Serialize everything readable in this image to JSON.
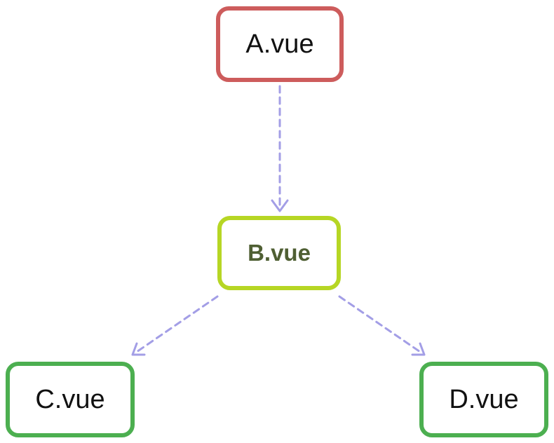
{
  "nodes": {
    "a": {
      "label": "A.vue",
      "border_color": "#cd5c5c",
      "text_color": "#111111"
    },
    "b": {
      "label": "B.vue",
      "border_color": "#b6d624",
      "text_color": "#4f5f33"
    },
    "c": {
      "label": "C.vue",
      "border_color": "#4caf50",
      "text_color": "#111111"
    },
    "d": {
      "label": "D.vue",
      "border_color": "#4caf50",
      "text_color": "#111111"
    }
  },
  "edges": [
    {
      "from": "A.vue",
      "to": "B.vue",
      "style": "dashed",
      "color": "#a39ee6"
    },
    {
      "from": "B.vue",
      "to": "C.vue",
      "style": "dashed",
      "color": "#a39ee6"
    },
    {
      "from": "B.vue",
      "to": "D.vue",
      "style": "dashed",
      "color": "#a39ee6"
    }
  ]
}
